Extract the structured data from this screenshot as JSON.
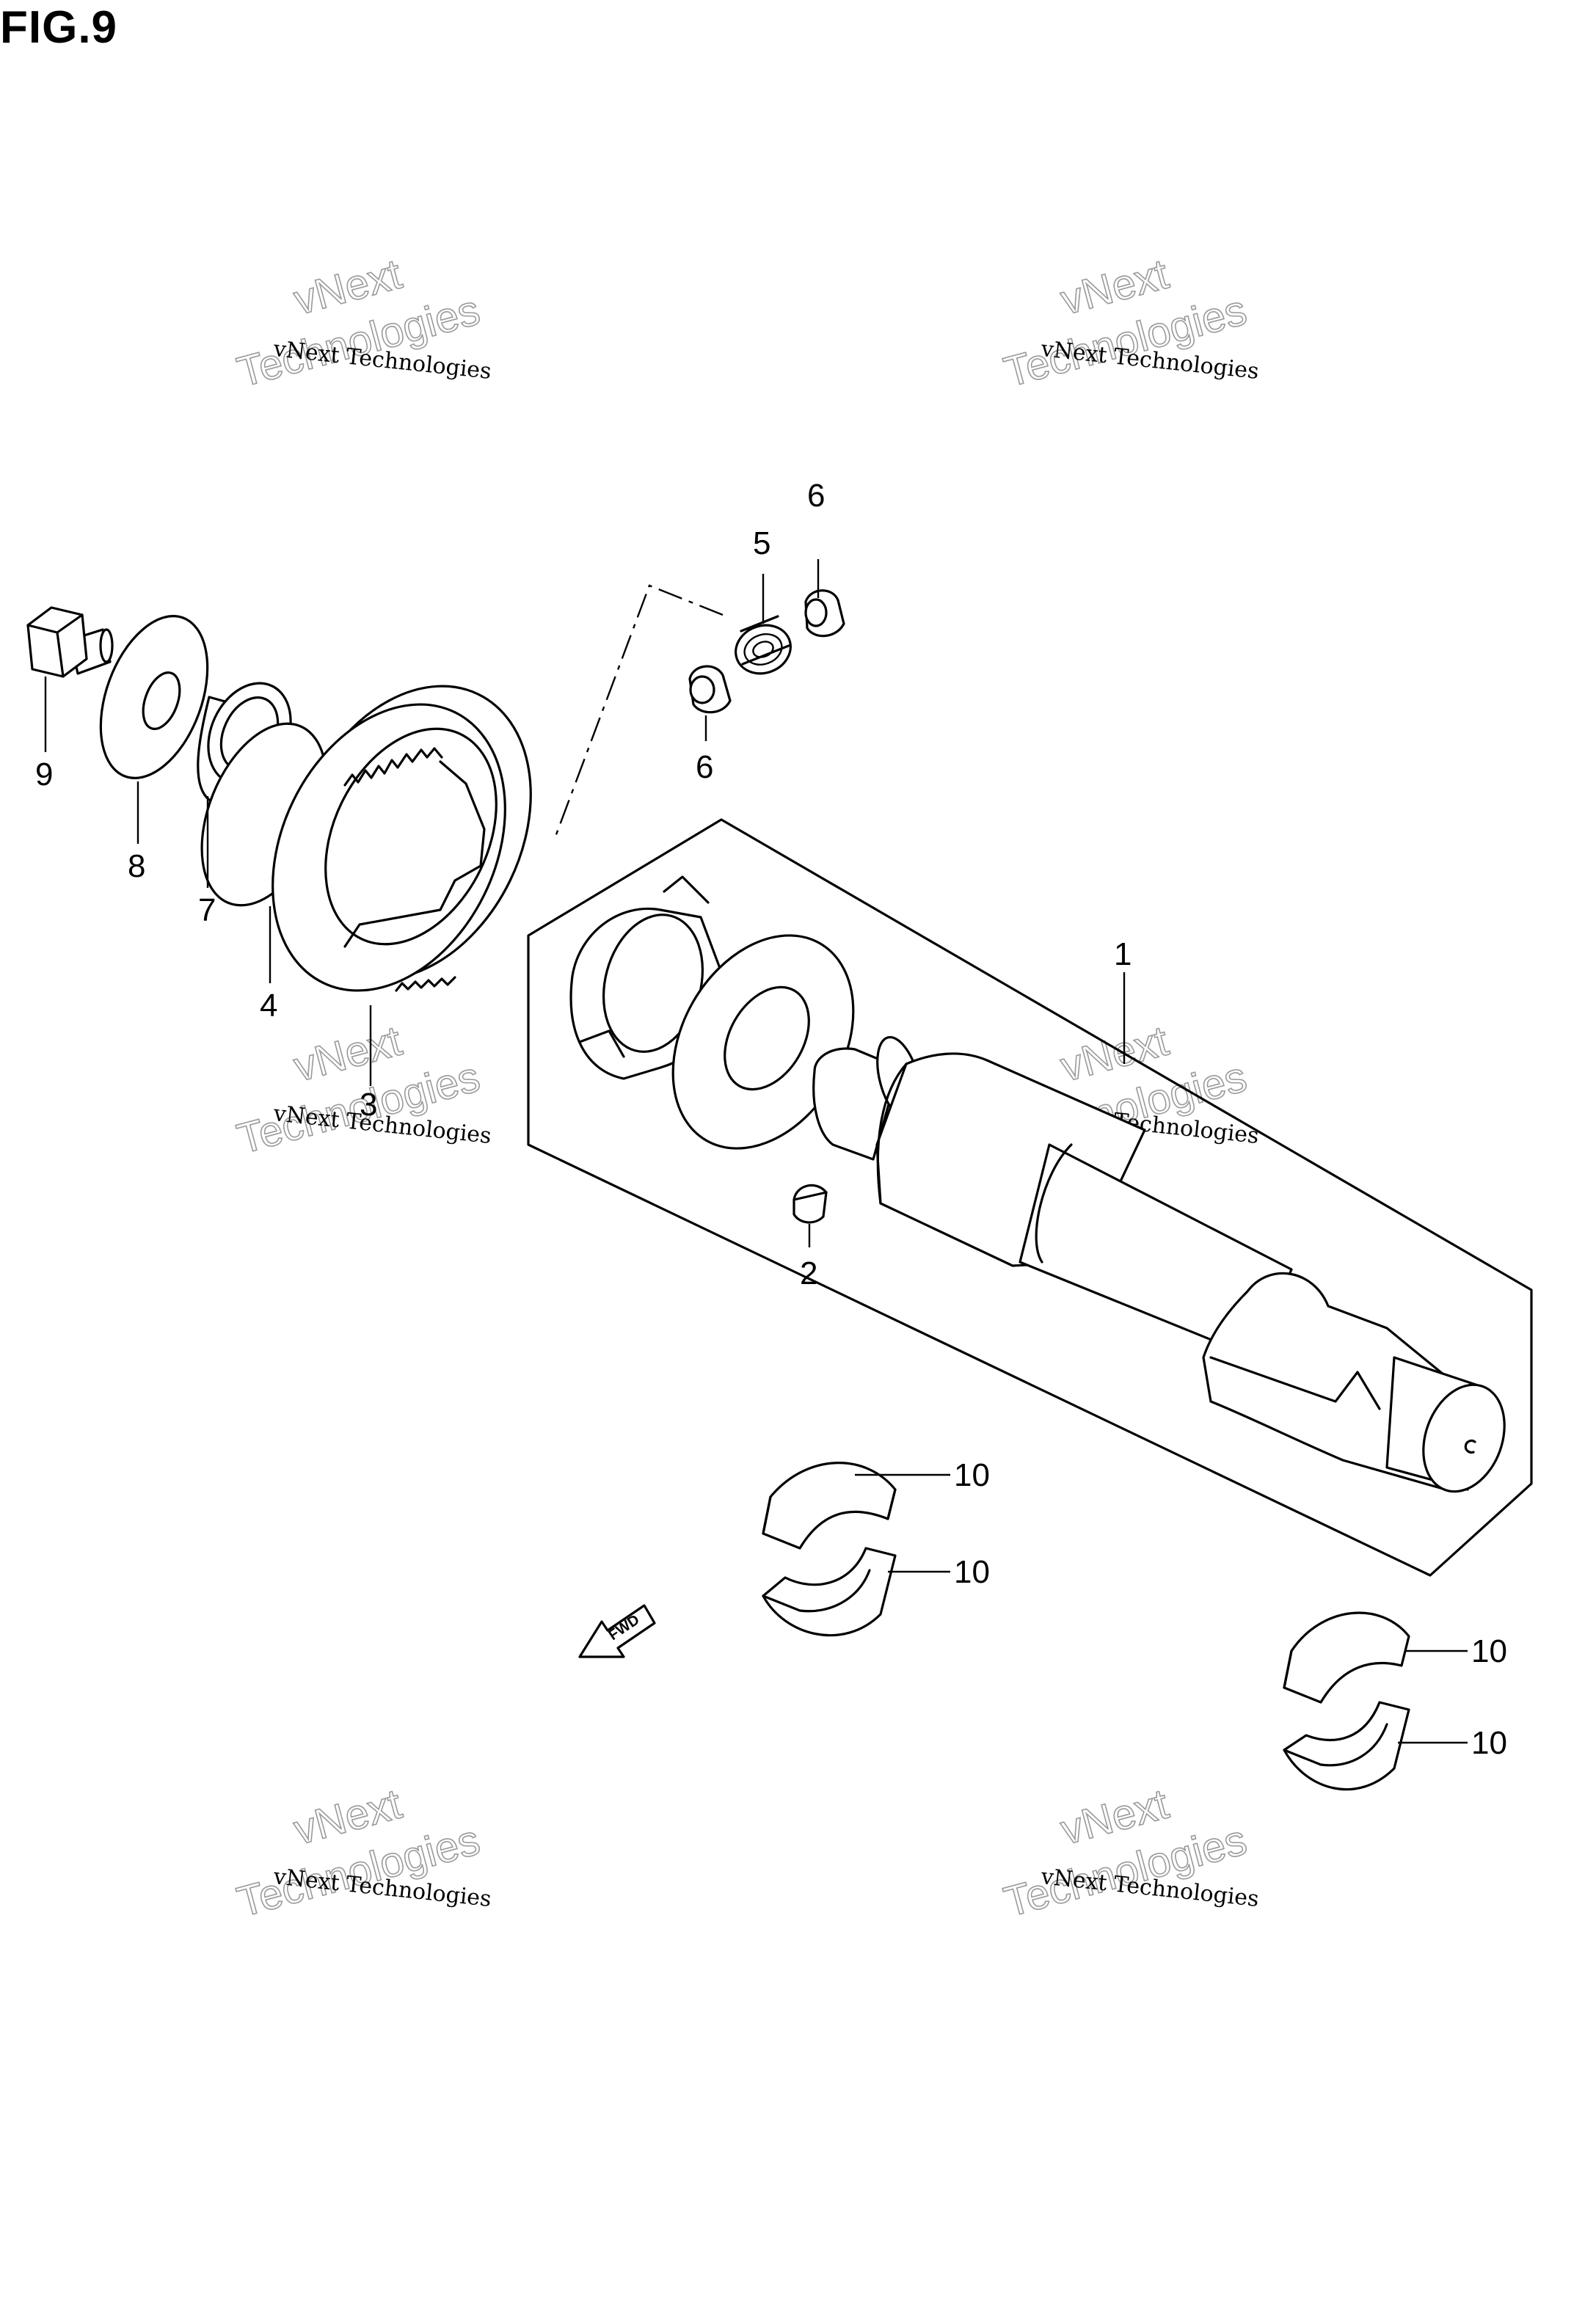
{
  "figure": {
    "title": "FIG.9"
  },
  "callouts": {
    "c1": "1",
    "c2": "2",
    "c3": "3",
    "c4": "4",
    "c5": "5",
    "c6a": "6",
    "c6b": "6",
    "c7": "7",
    "c8": "8",
    "c9": "9",
    "c10a": "10",
    "c10b": "10",
    "c10c": "10",
    "c10d": "10"
  },
  "fwd_label": "FWD",
  "watermarks": [
    {
      "line1": "vNext Technologies",
      "line2": "vNext",
      "line3": "Technologies"
    },
    {
      "line1": "vNext Technologies",
      "line2": "vNext",
      "line3": "Technologies"
    },
    {
      "line1": "vNext Technologies",
      "line2": "vNext",
      "line3": "Technologies"
    },
    {
      "line1": "vNext Technologies",
      "line2": "vNext",
      "line3": "Technologies"
    },
    {
      "line1": "vNext Technologies",
      "line2": "vNext",
      "line3": "Technologies"
    },
    {
      "line1": "vNext Technologies",
      "line2": "vNext",
      "line3": "Technologies"
    }
  ]
}
